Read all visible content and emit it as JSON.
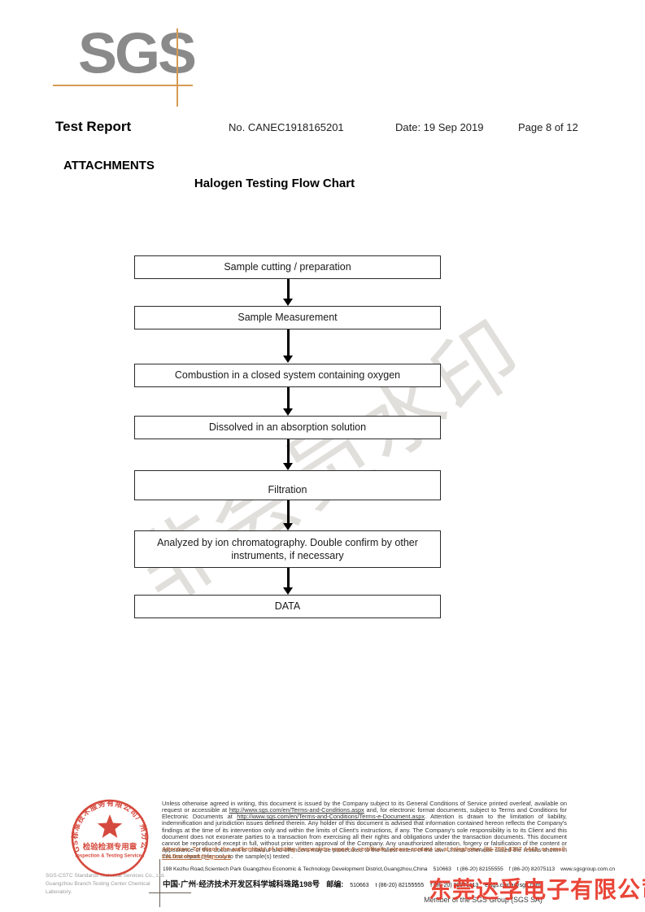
{
  "colors": {
    "logo_gray": "#8a8a8a",
    "crosshair_orange": "#d79a52",
    "stamp_red": "#d23b2e",
    "attention_orange": "#bf7347",
    "overlay_red": "#e73323",
    "watermark_gray": "#c9c5be"
  },
  "logo": {
    "text": "SGS"
  },
  "header": {
    "title": "Test Report",
    "report_no": "No. CANEC1918165201",
    "date": "Date: 19 Sep 2019",
    "page_info": "Page 8 of 12"
  },
  "attachments_heading": "ATTACHMENTS",
  "chart_title": "Halogen Testing Flow Chart",
  "watermark_text": "非会员水印",
  "flowchart": {
    "steps": [
      {
        "label": "Sample cutting / preparation"
      },
      {
        "label": "Sample Measurement"
      },
      {
        "label": "Combustion in a closed system containing oxygen"
      },
      {
        "label": "Dissolved in an absorption solution"
      },
      {
        "label": "Filtration"
      },
      {
        "label": "Analyzed by ion chromatography. Double confirm by other instruments, if necessary"
      },
      {
        "label": "DATA"
      }
    ]
  },
  "footer": {
    "disclaimer": {
      "seg1": "Unless otherwise agreed in writing, this document is issued by the Company subject to its General Conditions of Service printed overleaf, available on request or accessible at ",
      "link1": "http://www.sgs.com/en/Terms-and-Conditions.aspx",
      "seg2": " and, for electronic format documents, subject to Terms and Conditions for Electronic Documents at ",
      "link2": "http://www.sgs.com/en/Terms-and-Conditions/Terms-e-Document.aspx",
      "seg3": ". Attention is drawn to the limitation of liability, indemnification and jurisdiction issues defined therein. Any holder of this document is advised that information contained hereon reflects the Company's findings at the time of its intervention only and within the limits of Client's instructions, if any. The Company's sole responsibility is to its Client and this document does not exonerate parties to a transaction from exercising all their rights and obligations under the transaction documents. This document cannot be reproduced except in full, without prior written approval of the Company. Any unauthorized alteration, forgery or falsification of the content or appearance of this document is unlawful and offenders may be prosecuted to the fullest extent of the law. Unless otherwise stated the results shown in this test report refer only to the sample(s) tested ."
    },
    "attention": {
      "text": "Attention: To check the authenticity of testing /inspection report & certificate, please contact us at telephone: (86-755) 8307 1443, or email: ",
      "email_link": "CN.Doccheck@sgs.com"
    },
    "stamp": {
      "arc_text": "SGS标准技术服务有限公司广州分公司",
      "center_line1": "检验检测专用章",
      "center_line2": "Inspection & Testing Services"
    },
    "stamp_company_line1": "SGS-CSTC Standards Technical Services Co., Ltd.",
    "stamp_company_line2": "Guangzhou Branch Testing Center Chemical Laboratory.",
    "address_en": {
      "street": "198 Kezhu Road,Scientech Park Guangzhou Economic & Technology Development District,Guangzhou,China",
      "postcode": "510663",
      "tel": "t (86-20) 82155555",
      "fax": "f (86-20) 82075113",
      "web": "www.sgsgroup.com.cn"
    },
    "address_cn": {
      "street": "中国·广州·经济技术开发区科学城科珠路198号",
      "postcode_label": "邮编:",
      "postcode": "510663",
      "tel": "t (86-20) 82155555",
      "fax": "f (86-20) 82075113",
      "email": "e sgs.china@sgs.com"
    },
    "member_line": "Member of the SGS Group (SGS SA)",
    "overlay_company": "东莞达孚电子有限公司"
  }
}
